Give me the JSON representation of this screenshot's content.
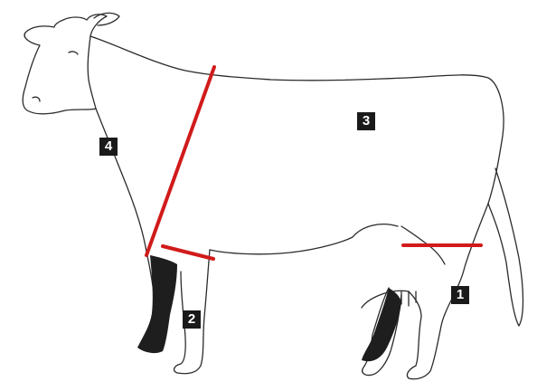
{
  "diagram": {
    "colors": {
      "outline": "#2b2b2b",
      "measure_line": "#d11a1a",
      "hoof_fill": "#1e1e1e",
      "badge_bg": "#1a1a1a",
      "badge_fg": "#ffffff"
    },
    "markers": [
      {
        "label": "1"
      },
      {
        "label": "2"
      },
      {
        "label": "3"
      },
      {
        "label": "4"
      }
    ]
  }
}
